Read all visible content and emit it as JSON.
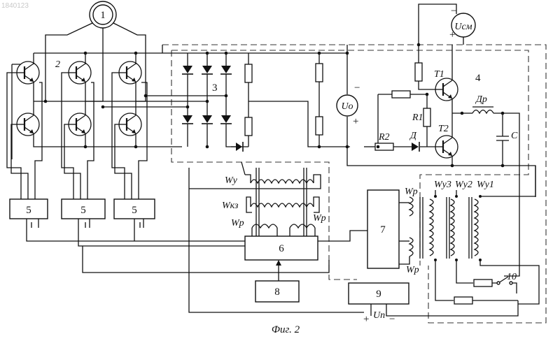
{
  "figure": {
    "watermark": "1840123",
    "caption": "Фиг. 2"
  },
  "blocks": {
    "generator": "1",
    "inverter": "2",
    "bridge": "3",
    "converter": "4",
    "driver_label": "5",
    "control_6": "6",
    "control_7": "7",
    "block_8": "8",
    "block_9": "9",
    "block_10": "10"
  },
  "labels": {
    "u_sm": "Uсм",
    "u_o": "Uо",
    "u_p": "Uп",
    "t1": "T1",
    "t2": "T2",
    "r1": "R1",
    "r2": "R2",
    "d": "Д",
    "dr": "Др",
    "c": "C",
    "wy": "Wу",
    "wkz": "Wкз",
    "wp_left": "Wр",
    "wp_right": "Wр",
    "wp_top7": "Wр",
    "wp_bottom7": "Wр",
    "wy3": "Wу3",
    "wy2": "Wу2",
    "wy1": "Wу1"
  },
  "signs": {
    "plus": "+",
    "minus": "−"
  }
}
